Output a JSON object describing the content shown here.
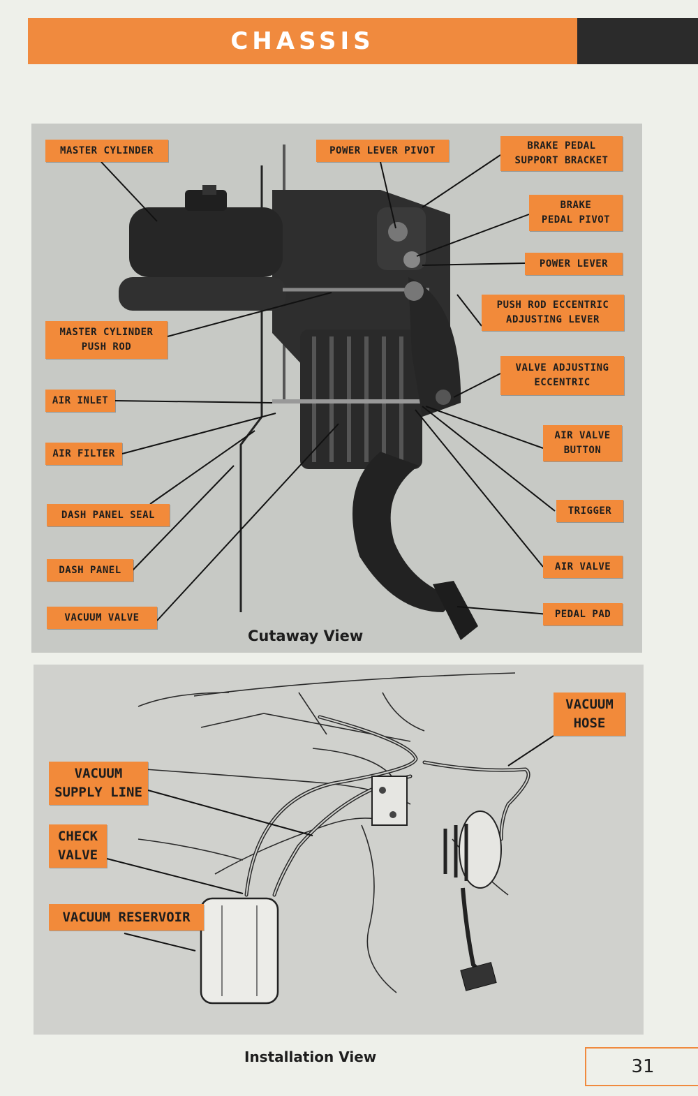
{
  "header": {
    "title": "CHASSIS"
  },
  "cutaway": {
    "caption": "Cutaway View",
    "labels": {
      "master_cylinder": "MASTER CYLINDER",
      "power_lever_pivot": "POWER LEVER PIVOT",
      "brake_pedal_support_bracket": "BRAKE PEDAL\nSUPPORT BRACKET",
      "brake_pedal_pivot": "BRAKE\nPEDAL PIVOT",
      "power_lever": "POWER LEVER",
      "push_rod_eccentric_adjusting_lever": "PUSH ROD ECCENTRIC\nADJUSTING LEVER",
      "master_cylinder_push_rod": "MASTER CYLINDER\nPUSH ROD",
      "valve_adjusting_eccentric": "VALVE ADJUSTING\nECCENTRIC",
      "air_inlet": "AIR INLET",
      "air_valve_button": "AIR VALVE\nBUTTON",
      "air_filter": "AIR FILTER",
      "trigger": "TRIGGER",
      "dash_panel_seal": "DASH PANEL SEAL",
      "air_valve": "AIR VALVE",
      "dash_panel": "DASH PANEL",
      "pedal_pad": "PEDAL PAD",
      "vacuum_valve": "VACUUM VALVE"
    }
  },
  "installation": {
    "caption": "Installation View",
    "labels": {
      "vacuum_hose": "VACUUM\nHOSE",
      "vacuum_supply_line": "VACUUM\nSUPPLY LINE",
      "check_valve": "CHECK\nVALVE",
      "vacuum_reservoir": "VACUUM RESERVOIR"
    }
  },
  "page_number": "31",
  "colors": {
    "accent": "#f08a3e",
    "label": "#f28a3a",
    "dark": "#2b2b2b",
    "panel": "#c7c9c5"
  }
}
